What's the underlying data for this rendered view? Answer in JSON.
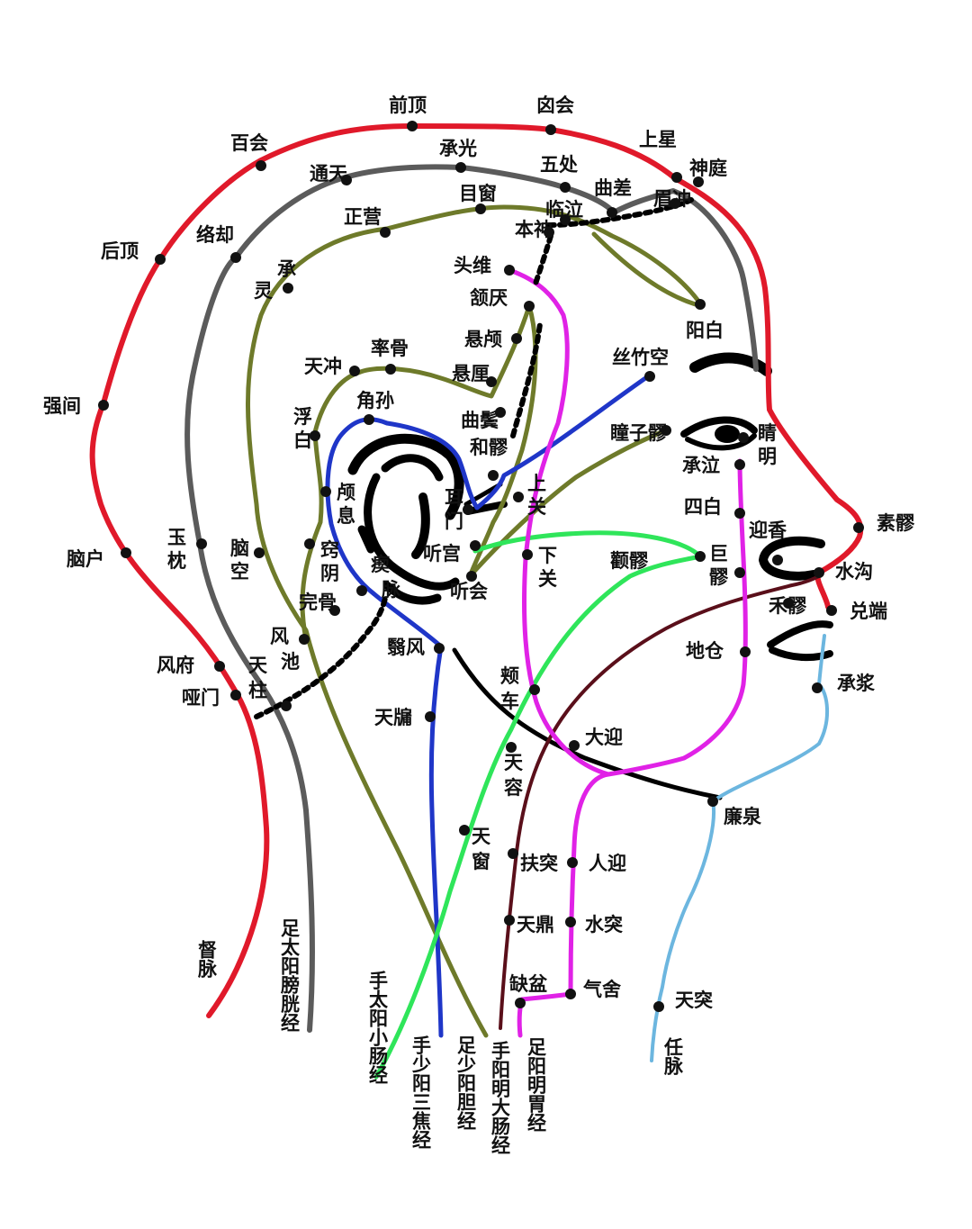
{
  "colors": {
    "du": "#e0192a",
    "bladder": "#5b5b5b",
    "gallbladder": "#6e7a2a",
    "sanjiao": "#1f36c8",
    "small_intestine": "#2fe55a",
    "large_intestine": "#5a0f1a",
    "stomach": "#e022e6",
    "ren": "#6cb6df",
    "outline": "#000000"
  },
  "meridians": [
    {
      "id": "du",
      "label": "督脉",
      "color": "#e0192a"
    },
    {
      "id": "bladder",
      "label": "足太阳膀胱经",
      "color": "#5b5b5b"
    },
    {
      "id": "small_intestine",
      "label": "手太阳小肠经",
      "color": "#2fe55a"
    },
    {
      "id": "sanjiao",
      "label": "手少阳三焦经",
      "color": "#1f36c8"
    },
    {
      "id": "gallbladder",
      "label": "足少阳胆经",
      "color": "#6e7a2a"
    },
    {
      "id": "large_intestine",
      "label": "手阳明大肠经",
      "color": "#5a0f1a"
    },
    {
      "id": "stomach",
      "label": "足阳明胃经",
      "color": "#e022e6"
    },
    {
      "id": "ren",
      "label": "任脉",
      "color": "#6cb6df"
    }
  ],
  "points": [
    {
      "id": "qianding",
      "label": "前顶"
    },
    {
      "id": "xinhui",
      "label": "囟会"
    },
    {
      "id": "baihui",
      "label": "百会"
    },
    {
      "id": "shangxing",
      "label": "上星"
    },
    {
      "id": "chengguang",
      "label": "承光"
    },
    {
      "id": "shenting",
      "label": "神庭"
    },
    {
      "id": "tongtian",
      "label": "通天"
    },
    {
      "id": "wuchu",
      "label": "五处"
    },
    {
      "id": "quchai",
      "label": "曲差"
    },
    {
      "id": "muchuang",
      "label": "目窗"
    },
    {
      "id": "meichong",
      "label": "眉冲"
    },
    {
      "id": "zhengying",
      "label": "正营"
    },
    {
      "id": "linqi",
      "label": "临泣"
    },
    {
      "id": "luoque",
      "label": "络却"
    },
    {
      "id": "benshen",
      "label": "本神"
    },
    {
      "id": "houding",
      "label": "后顶"
    },
    {
      "id": "touwei",
      "label": "头维"
    },
    {
      "id": "chengling",
      "label": "承灵"
    },
    {
      "id": "hanyan",
      "label": "颔厌"
    },
    {
      "id": "yangbai",
      "label": "阳白"
    },
    {
      "id": "xuanlu",
      "label": "悬颅"
    },
    {
      "id": "tianchong",
      "label": "天冲"
    },
    {
      "id": "shuaigu",
      "label": "率骨"
    },
    {
      "id": "sizhukong",
      "label": "丝竹空"
    },
    {
      "id": "xuanli",
      "label": "悬厘"
    },
    {
      "id": "qiangjian",
      "label": "强间"
    },
    {
      "id": "jiaosun",
      "label": "角孙"
    },
    {
      "id": "fubai",
      "label": "浮白"
    },
    {
      "id": "qubin",
      "label": "曲鬓"
    },
    {
      "id": "tongziliao",
      "label": "瞳子髎"
    },
    {
      "id": "heliao",
      "label": "和髎"
    },
    {
      "id": "jingming",
      "label": "睛明"
    },
    {
      "id": "chengqi",
      "label": "承泣"
    },
    {
      "id": "luxi",
      "label": "颅息"
    },
    {
      "id": "shangguan",
      "label": "上关"
    },
    {
      "id": "ermen",
      "label": "耳门"
    },
    {
      "id": "sibai",
      "label": "四白"
    },
    {
      "id": "suliao",
      "label": "素髎"
    },
    {
      "id": "yuzhen",
      "label": "玉枕"
    },
    {
      "id": "yingxiang",
      "label": "迎香"
    },
    {
      "id": "naokong",
      "label": "脑空"
    },
    {
      "id": "qiaoyin",
      "label": "窍阴"
    },
    {
      "id": "naohu",
      "label": "脑户"
    },
    {
      "id": "tinggong",
      "label": "听宫"
    },
    {
      "id": "xiaguan",
      "label": "下关"
    },
    {
      "id": "quanliao",
      "label": "颧髎"
    },
    {
      "id": "juliao",
      "label": "巨髎"
    },
    {
      "id": "shuigou",
      "label": "水沟"
    },
    {
      "id": "chimai",
      "label": "瘈脉"
    },
    {
      "id": "tinghui",
      "label": "听会"
    },
    {
      "id": "wangu",
      "label": "完骨"
    },
    {
      "id": "heliao2",
      "label": "禾髎"
    },
    {
      "id": "duiduan",
      "label": "兑端"
    },
    {
      "id": "fengchi",
      "label": "风池"
    },
    {
      "id": "yifeng",
      "label": "翳风"
    },
    {
      "id": "dicang",
      "label": "地仓"
    },
    {
      "id": "fengfu",
      "label": "风府"
    },
    {
      "id": "tianzhu",
      "label": "天柱"
    },
    {
      "id": "jiache",
      "label": "颊车"
    },
    {
      "id": "chengjiang",
      "label": "承浆"
    },
    {
      "id": "yamen",
      "label": "哑门"
    },
    {
      "id": "tianyou",
      "label": "天牖"
    },
    {
      "id": "daying",
      "label": "大迎"
    },
    {
      "id": "tianrong",
      "label": "天容"
    },
    {
      "id": "lianquan",
      "label": "廉泉"
    },
    {
      "id": "tianchuang",
      "label": "天窗"
    },
    {
      "id": "futu",
      "label": "扶突"
    },
    {
      "id": "renying",
      "label": "人迎"
    },
    {
      "id": "tianding",
      "label": "天鼎"
    },
    {
      "id": "shuitu",
      "label": "水突"
    },
    {
      "id": "quepen",
      "label": "缺盆"
    },
    {
      "id": "qishe",
      "label": "气舍"
    },
    {
      "id": "tiantu",
      "label": "天突"
    }
  ]
}
